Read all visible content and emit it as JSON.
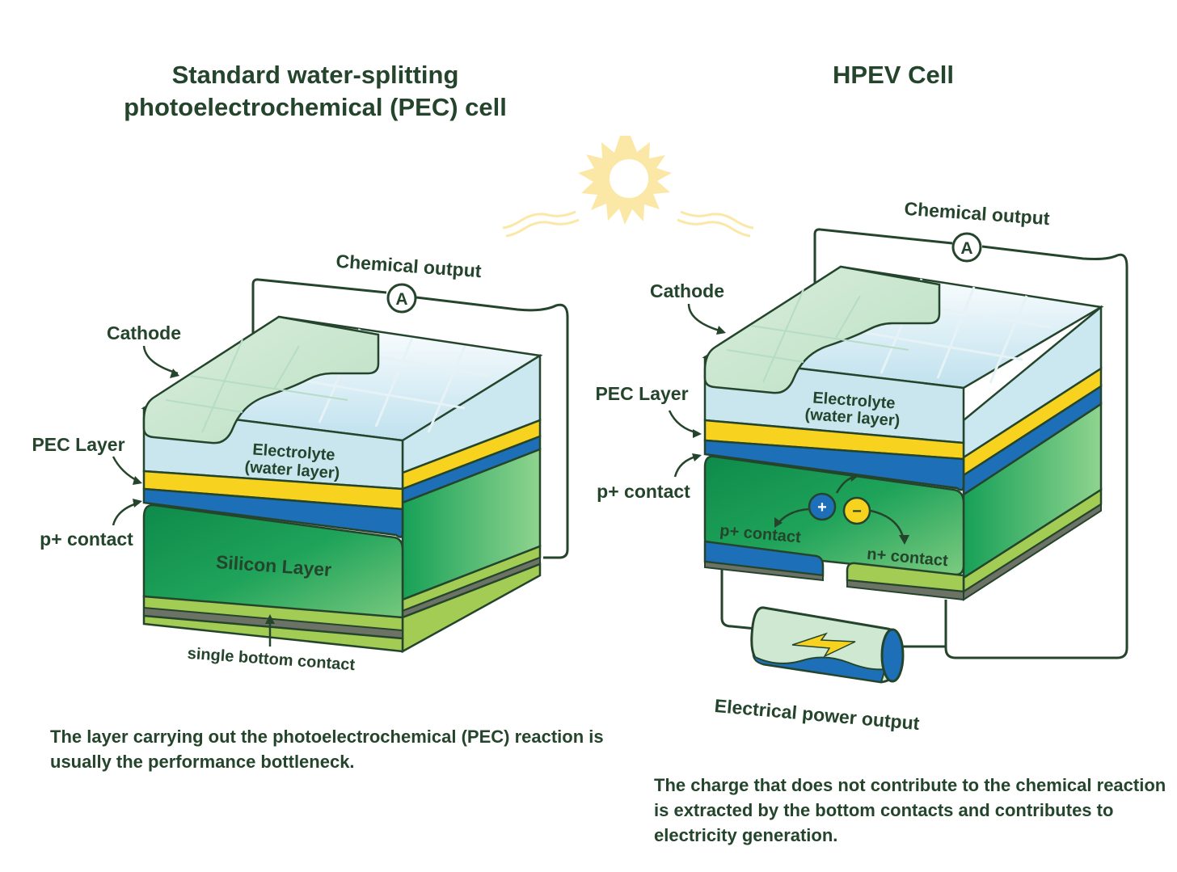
{
  "titles": {
    "left": "Standard water-splitting photoelectrochemical (PEC) cell",
    "right": "HPEV Cell"
  },
  "left_cell": {
    "chemical_output": "Chemical output",
    "ammeter": "A",
    "cathode": "Cathode",
    "electrolyte_line1": "Electrolyte",
    "electrolyte_line2": "(water layer)",
    "pec_layer": "PEC Layer",
    "p_contact": "p+ contact",
    "silicon_layer": "Silicon Layer",
    "bottom_contact": "single bottom contact"
  },
  "right_cell": {
    "chemical_output": "Chemical output",
    "ammeter": "A",
    "cathode": "Cathode",
    "electrolyte_line1": "Electrolyte",
    "electrolyte_line2": "(water layer)",
    "pec_layer": "PEC Layer",
    "p_contact": "p+ contact",
    "p_contact_inner": "p+ contact",
    "n_contact_inner": "n+ contact",
    "plus": "+",
    "minus": "−",
    "power_output": "Electrical power output"
  },
  "captions": {
    "left": "The layer carrying out the photoelectrochemical (PEC) reaction is usually the performance bottleneck.",
    "right": "The charge that does not contribute to the chemical reaction is extracted by the bottom contacts and contributes to electricity generation."
  },
  "colors": {
    "outline": "#24452c",
    "electrolyte": "#c9e6ef",
    "cathode": "#cfe8d2",
    "pec_yellow": "#f7d21e",
    "contact_blue": "#1d6fb8",
    "silicon_green": "#1fa35a",
    "bottom_lime": "#a3cc55",
    "sun": "#fbe7a6"
  },
  "icons": {
    "sun": "sun-icon",
    "ammeter": "ammeter-icon",
    "battery": "battery-icon",
    "lightning": "lightning-icon"
  }
}
